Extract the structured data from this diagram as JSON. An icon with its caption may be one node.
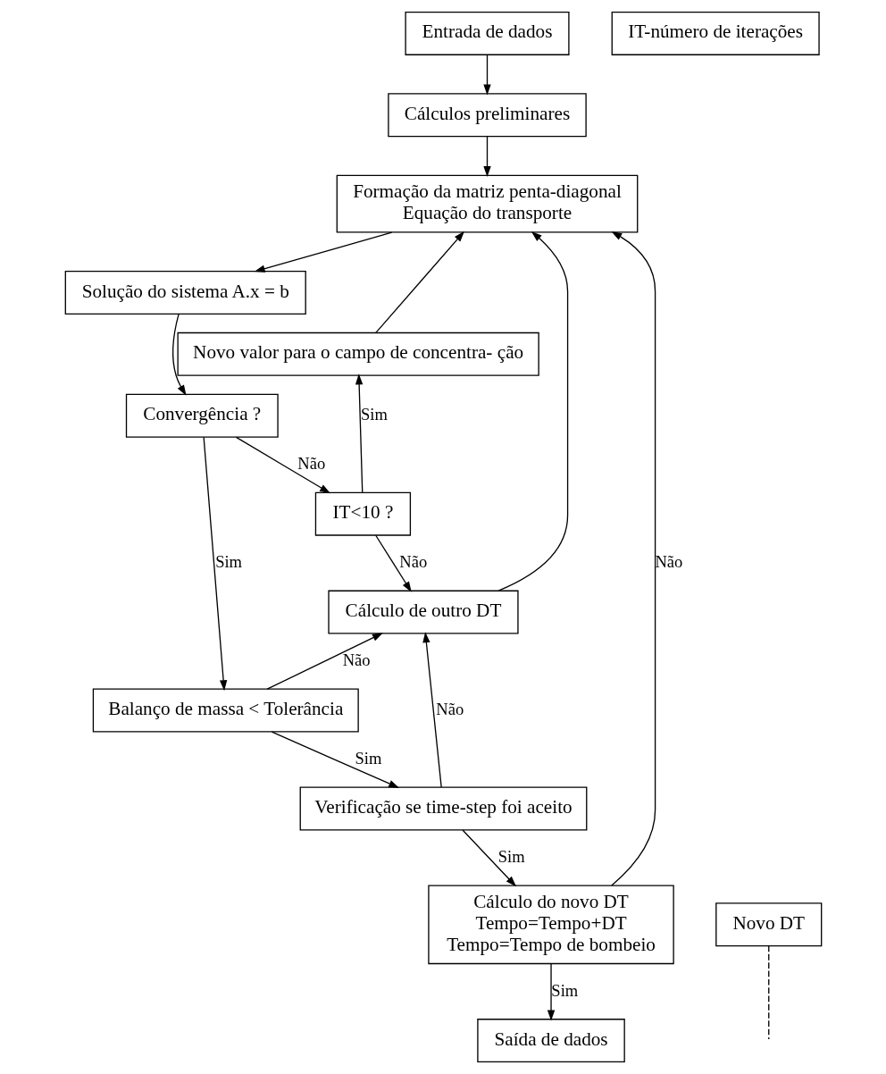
{
  "diagram": {
    "nodes": [
      {
        "text": [
          "Entrada de dados"
        ]
      },
      {
        "text": [
          "Cálculos preliminares"
        ]
      },
      {
        "text": [
          "IT-número de iterações"
        ]
      },
      {
        "text": [
          "Formação da matriz penta-diagonal",
          "Equação do transporte"
        ]
      },
      {
        "text": [
          "Solução do sistema A.x = b"
        ]
      },
      {
        "text": [
          "Novo valor para o campo de concentra- ção"
        ]
      },
      {
        "text": [
          "Convergência ?"
        ]
      },
      {
        "text": [
          "IT<10 ?"
        ]
      },
      {
        "text": [
          "Cálculo de outro DT"
        ]
      },
      {
        "text": [
          "Balanço de massa < Tolerância"
        ]
      },
      {
        "text": [
          "Verificação se time-step foi aceito"
        ]
      },
      {
        "text": [
          "Novo DT"
        ]
      },
      {
        "text": [
          "Cálculo do novo DT",
          "Tempo=Tempo+DT",
          "Tempo=Tempo de bombeio"
        ]
      },
      {
        "text": [
          "Saída de dados"
        ]
      }
    ],
    "edges": [
      {
        "from": 0,
        "to": 1,
        "arrow": "to"
      },
      {
        "from": 1,
        "to": 3,
        "arrow": "to"
      },
      {
        "from": 3,
        "to": 4,
        "arrow": "to"
      },
      {
        "from": 4,
        "to": 6,
        "arrow": "to"
      },
      {
        "from": 6,
        "to": 7,
        "arrow": "to",
        "label": "Não"
      },
      {
        "from": 6,
        "to": 9,
        "arrow": "to",
        "label": "Sim"
      },
      {
        "from": 7,
        "to": 5,
        "arrow": "to",
        "label": "Sim"
      },
      {
        "from": 5,
        "to": 3,
        "arrow": "to"
      },
      {
        "from": 7,
        "to": 8,
        "arrow": "to",
        "label": "Não"
      },
      {
        "from": 8,
        "to": 3,
        "arrow": "to"
      },
      {
        "from": 9,
        "to": 8,
        "arrow": "to",
        "label": "Não"
      },
      {
        "from": 9,
        "to": 10,
        "arrow": "to",
        "label": "Sim"
      },
      {
        "from": 10,
        "to": 8,
        "arrow": "to",
        "label": "Não"
      },
      {
        "from": 10,
        "to": 12,
        "arrow": "to",
        "label": "Sim"
      },
      {
        "from": 12,
        "to": 3,
        "arrow": "to",
        "label": "Não"
      },
      {
        "from": 12,
        "to": 13,
        "arrow": "to",
        "label": "Sim"
      },
      {
        "from": 11,
        "to": null,
        "arrow": "none",
        "style": "dashed"
      }
    ]
  }
}
